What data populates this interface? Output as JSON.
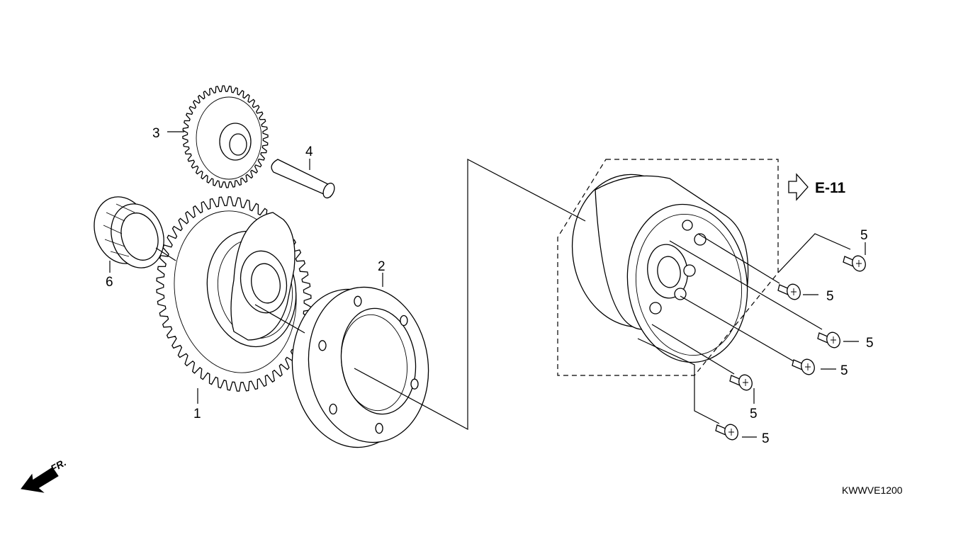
{
  "diagram": {
    "reference": "E-11",
    "code": "KWWVE1200",
    "front_label": "FR.",
    "callouts": {
      "p1": "1",
      "p2": "2",
      "p3": "3",
      "p4": "4",
      "p5": "5",
      "p6": "6"
    }
  }
}
